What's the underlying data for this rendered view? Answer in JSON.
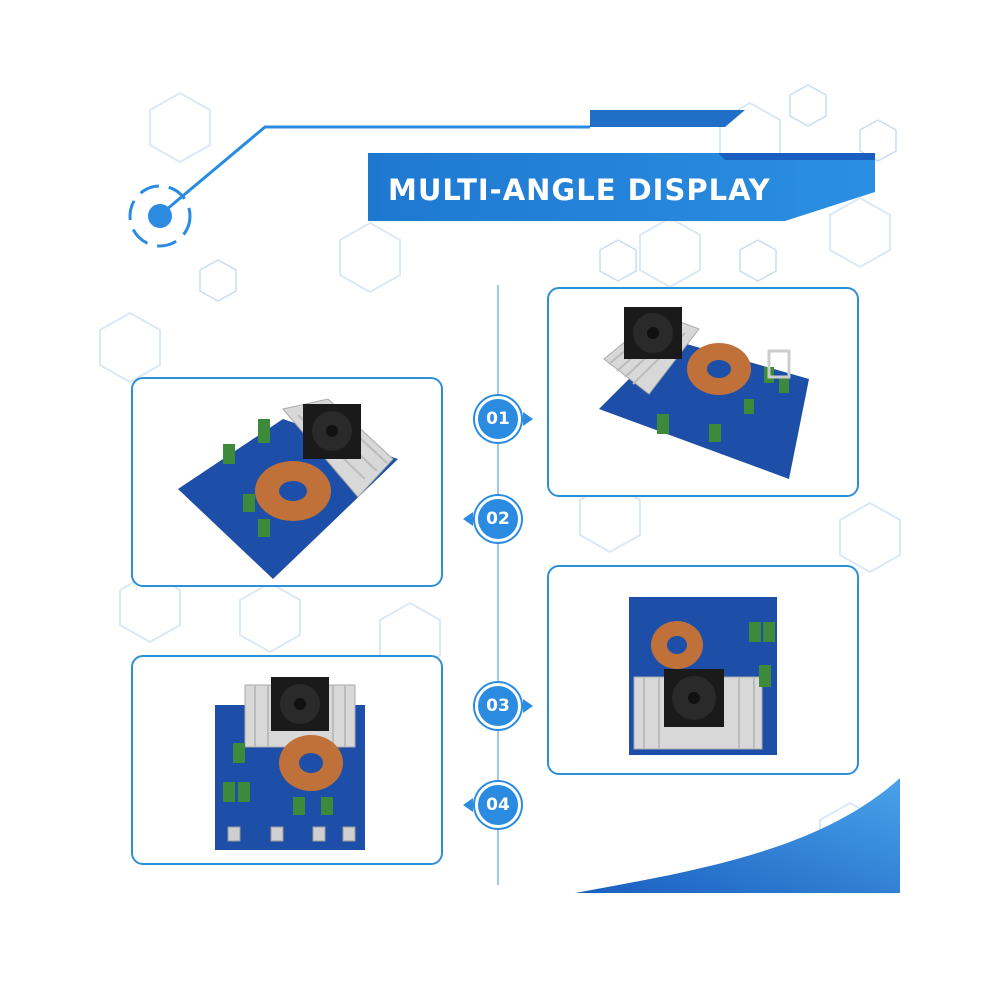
{
  "banner": {
    "title": "MULTI-ANGLE DISPLAY"
  },
  "steps": [
    {
      "label": "01"
    },
    {
      "label": "02"
    },
    {
      "label": "03"
    },
    {
      "label": "04"
    }
  ],
  "colors": {
    "accent": "#2b8be0",
    "accent_dark": "#1f6fc7",
    "pcb_blue": "#1e4fa8",
    "heatsink": "#d8d8d8",
    "coil_copper": "#c0713a"
  },
  "icons": [
    "target-icon",
    "fan-icon",
    "heatsink-icon",
    "toroid-coil-icon",
    "capacitor-icon"
  ]
}
